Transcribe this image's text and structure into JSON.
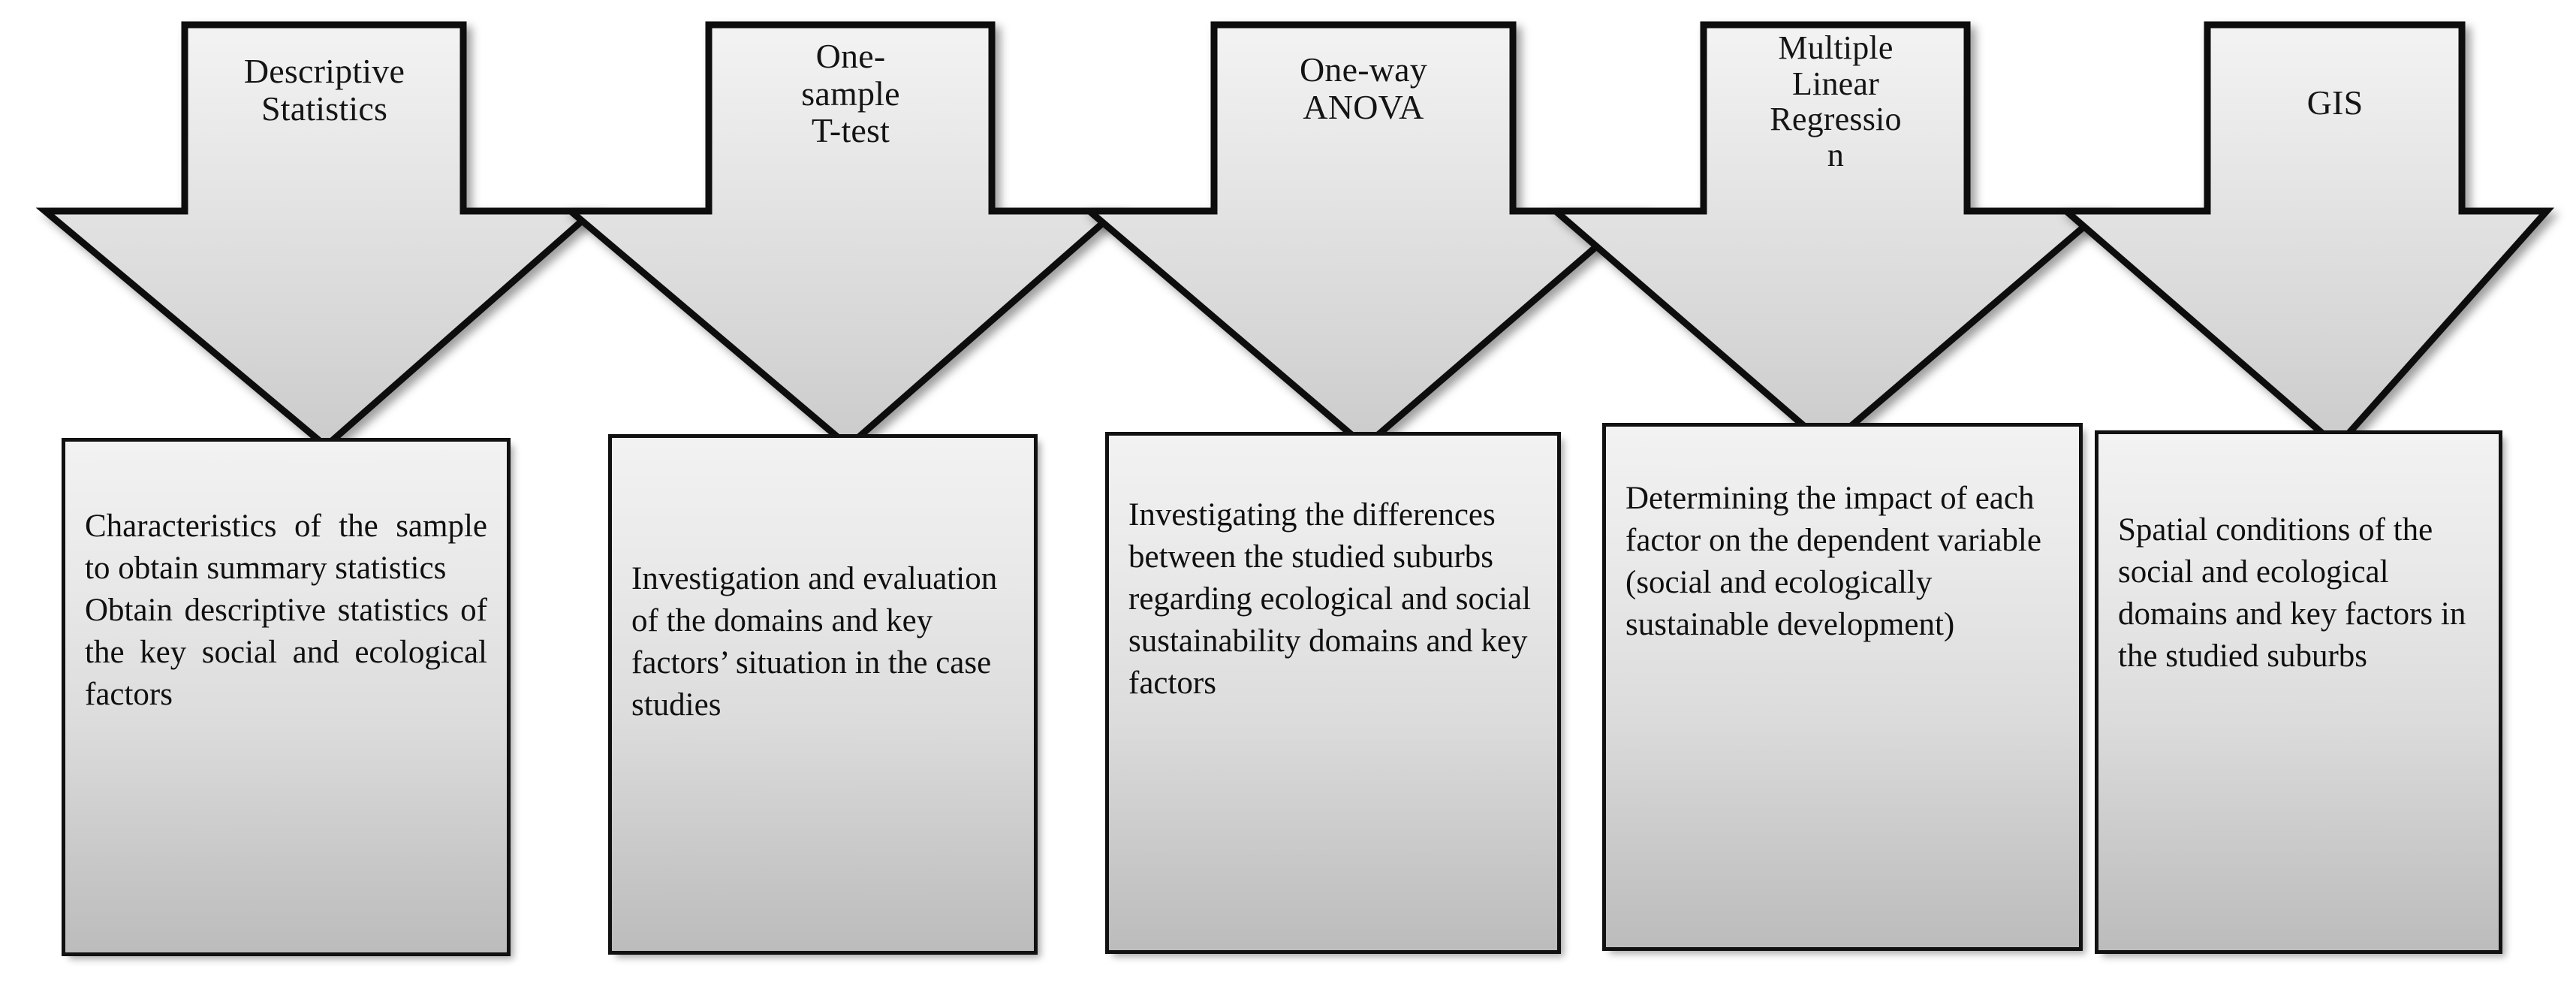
{
  "diagram": {
    "title": "Research methods flow diagram",
    "colors": {
      "outline": "#111111",
      "shape_fill_light": "#f2f2f2",
      "shape_fill_dark": "#bcbcbc",
      "text": "#101010",
      "page_background": "#ffffff"
    },
    "steps": [
      {
        "id": "descriptive-statistics",
        "method_label": "Descriptive\nStatistics",
        "description": "Characteristics of the sample to obtain summary statistics\nObtain descriptive statistics of the key social and ecological factors",
        "justified": true
      },
      {
        "id": "one-sample-t-test",
        "method_label": "One-\nsample\nT-test",
        "description": "Investigation and evaluation of the domains and key factors’ situation in the case studies",
        "justified": false
      },
      {
        "id": "one-way-anova",
        "method_label": "One-way\nANOVA",
        "description": "Investigating the differences between the studied suburbs regarding ecological and social\nsustainability domains and key factors",
        "justified": false
      },
      {
        "id": "multiple-linear-regression",
        "method_label": "Multiple\nLinear\nRegressio\nn",
        "description": "Determining the impact of each factor on the dependent variable (social and ecologically sustainable development)",
        "justified": false
      },
      {
        "id": "gis",
        "method_label": "GIS",
        "description": "Spatial conditions of the social and ecological domains and key factors in the studied suburbs",
        "justified": false
      }
    ]
  }
}
